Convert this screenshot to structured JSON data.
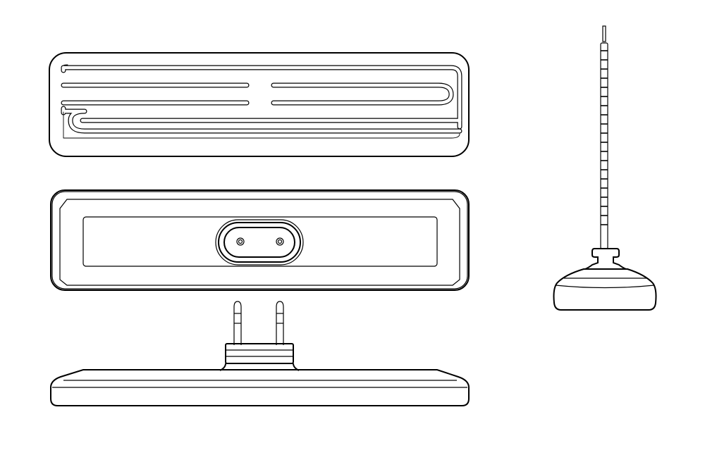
{
  "figure": {
    "views": [
      "antenna-panel-top-view",
      "antenna-panel-front-view",
      "antenna-base-side-view",
      "whip-antenna-side-view"
    ],
    "line_color": "#000000",
    "background": "#ffffff"
  }
}
